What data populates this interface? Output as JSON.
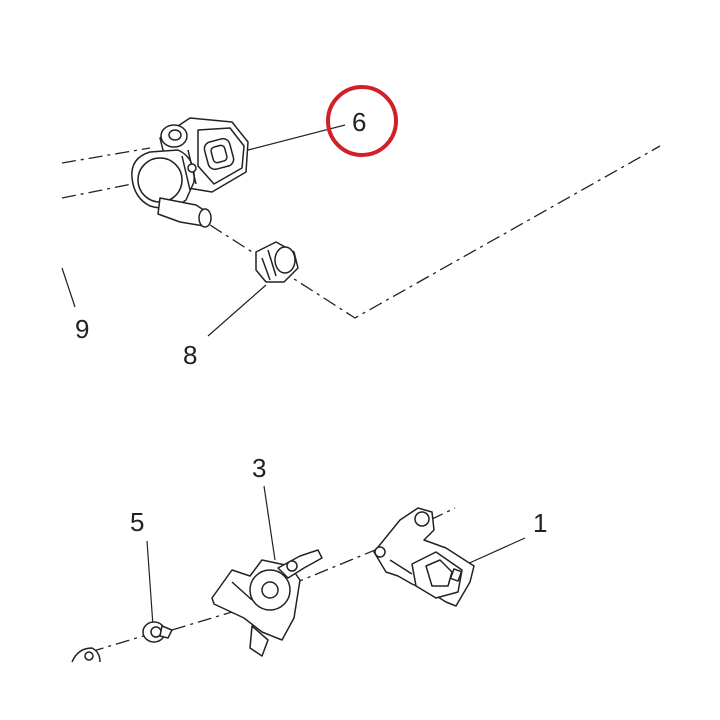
{
  "callouts": {
    "part_6": "6",
    "part_8": "8",
    "part_9": "9",
    "part_3": "3",
    "part_5": "5",
    "part_1": "1"
  },
  "highlight": {
    "target": "6",
    "color": "#d0202a"
  },
  "colors": {
    "line": "#222222",
    "fill": "#ffffff"
  }
}
